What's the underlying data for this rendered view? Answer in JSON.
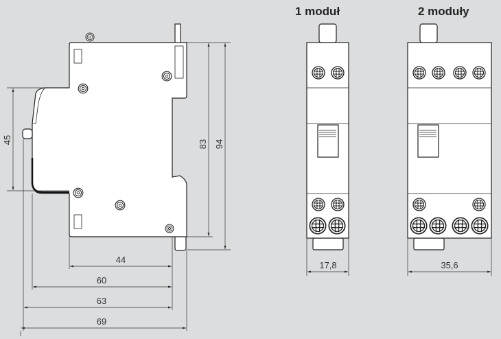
{
  "titles": {
    "one_module": "1 moduł",
    "two_modules": "2 moduły"
  },
  "side_view": {
    "dim_front_height": "45",
    "dim_body_height": "83",
    "dim_total_height": "94",
    "dim_depth_44": "44",
    "dim_depth_60": "60",
    "dim_depth_63": "63",
    "dim_depth_69": "69"
  },
  "front_views": {
    "width_one_module": "17,8",
    "width_two_modules": "35,6"
  }
}
